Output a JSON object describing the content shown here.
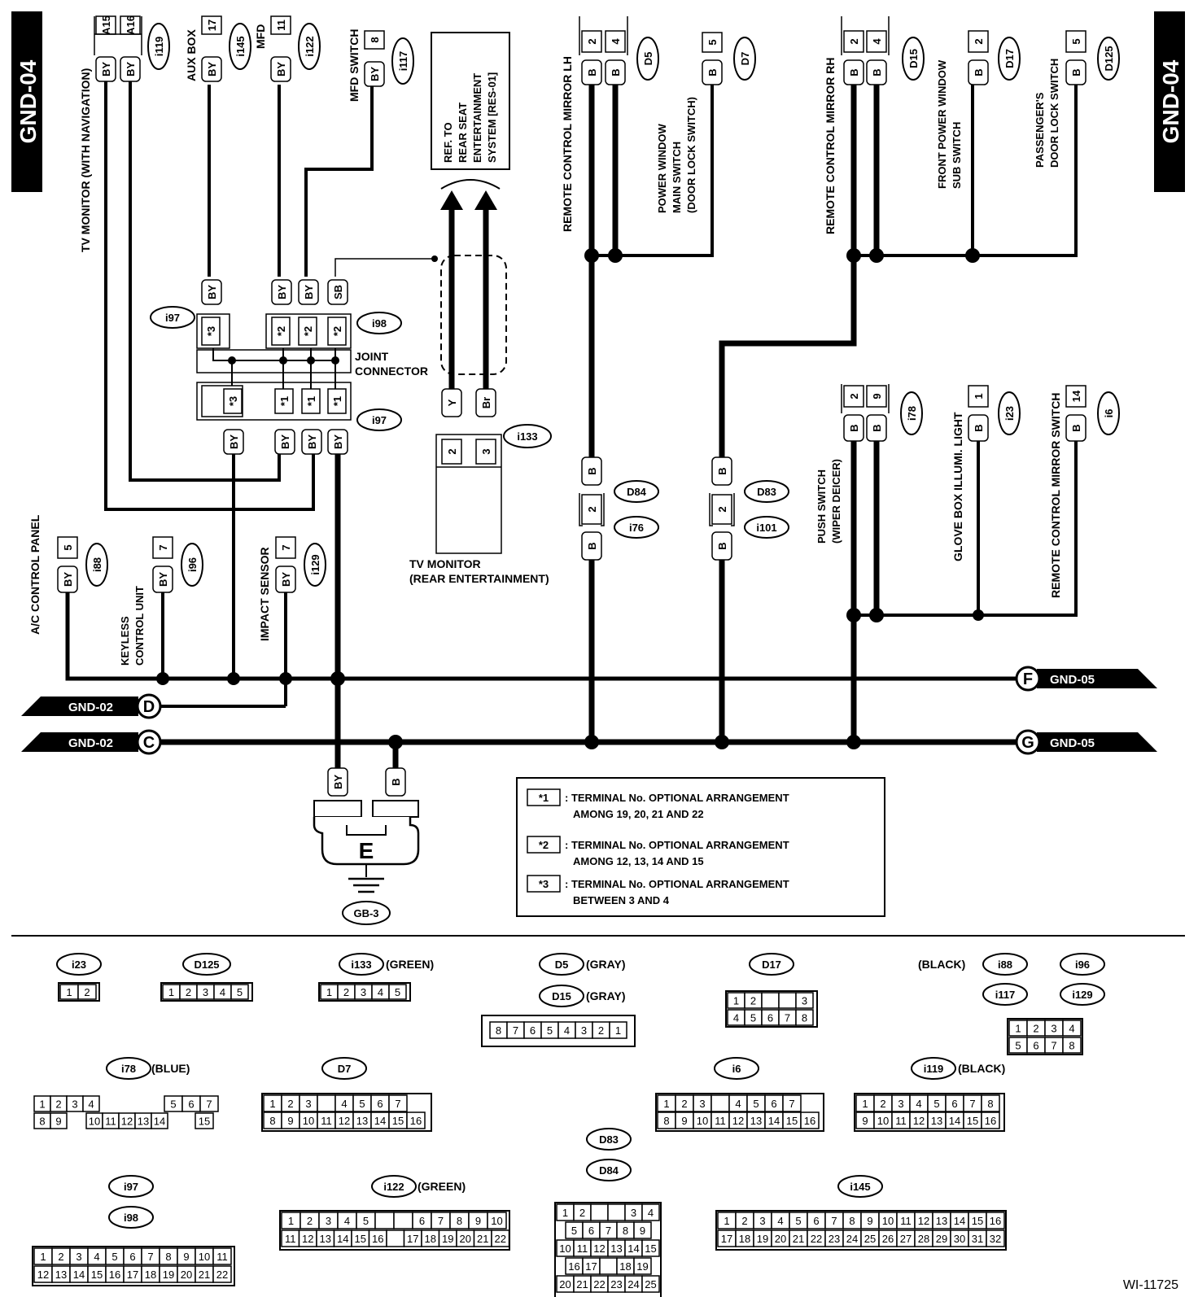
{
  "page_tag": "GND-04",
  "figure_code": "WI-11725",
  "ground_point": "E",
  "ground_label": "GB-3",
  "bus_lines": [
    {
      "key": "F",
      "from": "",
      "to": "GND-05"
    },
    {
      "key": "D",
      "from": "GND-02",
      "to": ""
    },
    {
      "key": "C",
      "from": "GND-02",
      "to": ""
    },
    {
      "key": "G",
      "from": "",
      "to": "GND-05"
    }
  ],
  "components": {
    "tv_monitor_nav": "TV MONITOR (WITH NAVIGATION)",
    "aux_box": "AUX BOX",
    "mfd": "MFD",
    "mfd_switch": "MFD SWITCH",
    "ref_lines": [
      "REF. TO",
      "REAR SEAT",
      "ENTERTAINMENT",
      "SYSTEM [RES-01]"
    ],
    "mirror_lh": "REMOTE CONTROL MIRROR LH",
    "pw_main": [
      "POWER WINDOW",
      "MAIN SWITCH",
      "(DOOR LOCK SWITCH)"
    ],
    "mirror_rh": "REMOTE CONTROL MIRROR RH",
    "front_pw_sub": [
      "FRONT POWER WINDOW",
      "SUB SWITCH"
    ],
    "pass_lock": [
      "PASSENGER'S",
      "DOOR LOCK SWITCH"
    ],
    "joint": [
      "JOINT",
      "CONNECTOR"
    ],
    "tv_rear": [
      "TV MONITOR",
      "(REAR ENTERTAINMENT)"
    ],
    "ac_panel": "A/C CONTROL PANEL",
    "keyless": [
      "KEYLESS",
      "CONTROL UNIT"
    ],
    "impact": "IMPACT SENSOR",
    "push_switch": [
      "PUSH SWITCH",
      "(WIPER DEICER)"
    ],
    "glove_light": "GLOVE BOX ILLUMI. LIGHT",
    "mirror_switch": "REMOTE CONTROL MIRROR SWITCH"
  },
  "connector_ids": {
    "i119": "i119",
    "i145": "i145",
    "i122": "i122",
    "i117": "i117",
    "D5": "D5",
    "D7": "D7",
    "D15": "D15",
    "D17": "D17",
    "D125": "D125",
    "i97": "i97",
    "i98": "i98",
    "i133": "i133",
    "D84": "D84",
    "i76": "i76",
    "D83": "D83",
    "i101": "i101",
    "i78": "i78",
    "i23": "i23",
    "i6": "i6",
    "i88": "i88",
    "i96": "i96",
    "i129": "i129"
  },
  "pins": {
    "A15": "A15",
    "A16": "A16",
    "p17": "17",
    "p11": "11",
    "p8": "8",
    "p2": "2",
    "p4": "4",
    "p5": "5",
    "p7": "7",
    "p1": "1",
    "p9": "9",
    "p14": "14",
    "p3": "3"
  },
  "wire_colors": {
    "BY": "BY",
    "B": "B",
    "SB": "SB",
    "Y": "Y",
    "Br": "Br"
  },
  "stars": {
    "s1": "*1",
    "s2": "*2",
    "s3": "*3"
  },
  "legend": [
    {
      "mark": "*1",
      "line1": ": TERMINAL No. OPTIONAL ARRANGEMENT",
      "line2": "AMONG 19, 20, 21 AND 22"
    },
    {
      "mark": "*2",
      "line1": ": TERMINAL No. OPTIONAL ARRANGEMENT",
      "line2": "AMONG 12, 13, 14 AND 15"
    },
    {
      "mark": "*3",
      "line1": ": TERMINAL No. OPTIONAL ARRANGEMENT",
      "line2": "BETWEEN 3 AND 4"
    }
  ],
  "connector_views": {
    "green": "(GREEN)",
    "gray": "(GRAY)",
    "black": "(BLACK)",
    "blue": "(BLUE)",
    "v_i23": "i23",
    "v_D125": "D125",
    "v_i133": "i133",
    "v_D5": "D5",
    "v_D15": "D15",
    "v_D17": "D17",
    "v_i88": "i88",
    "v_i96": "i96",
    "v_i117": "i117",
    "v_i129": "i129",
    "v_i78": "i78",
    "v_D7": "D7",
    "v_i6": "i6",
    "v_i119": "i119",
    "v_D83": "D83",
    "v_D84": "D84",
    "v_i97": "i97",
    "v_i98": "i98",
    "v_i122": "i122",
    "v_i145": "i145"
  }
}
